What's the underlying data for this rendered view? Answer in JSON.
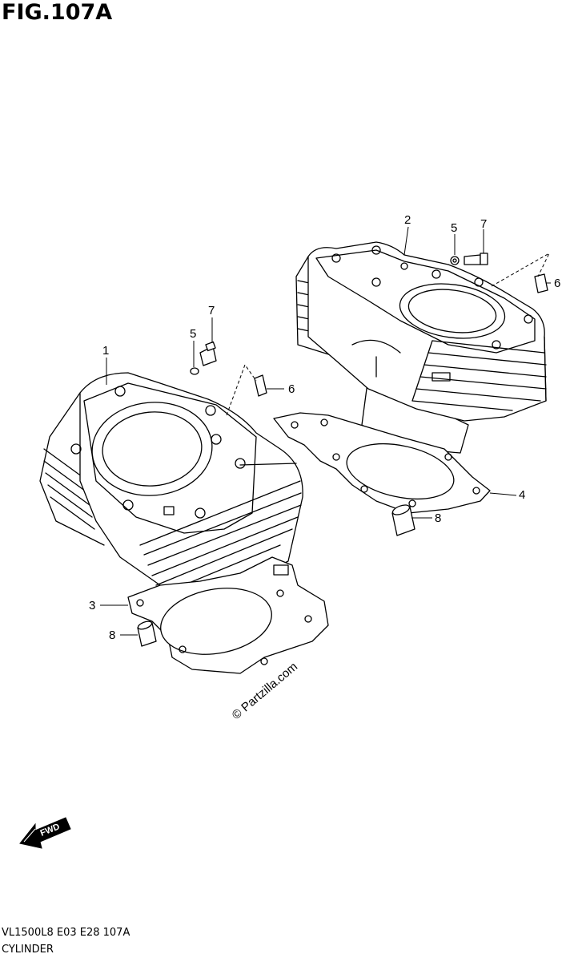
{
  "figure": {
    "title": "FIG.107A",
    "code": "VL1500L8  E03  E28  107A",
    "name": "CYLINDER",
    "watermark": "© Partzilla.com",
    "fwd_label": "FWD"
  },
  "callouts": [
    {
      "id": "front-cylinder",
      "label": "1"
    },
    {
      "id": "rear-cylinder",
      "label": "2"
    },
    {
      "id": "front-base-gasket",
      "label": "3"
    },
    {
      "id": "rear-base-gasket",
      "label": "4"
    },
    {
      "id": "front-washer",
      "label": "5"
    },
    {
      "id": "rear-washer",
      "label": "5"
    },
    {
      "id": "front-plug",
      "label": "6"
    },
    {
      "id": "rear-plug",
      "label": "6"
    },
    {
      "id": "front-bolt",
      "label": "7"
    },
    {
      "id": "rear-bolt",
      "label": "7"
    },
    {
      "id": "front-dowel",
      "label": "8"
    },
    {
      "id": "rear-dowel",
      "label": "8"
    }
  ]
}
